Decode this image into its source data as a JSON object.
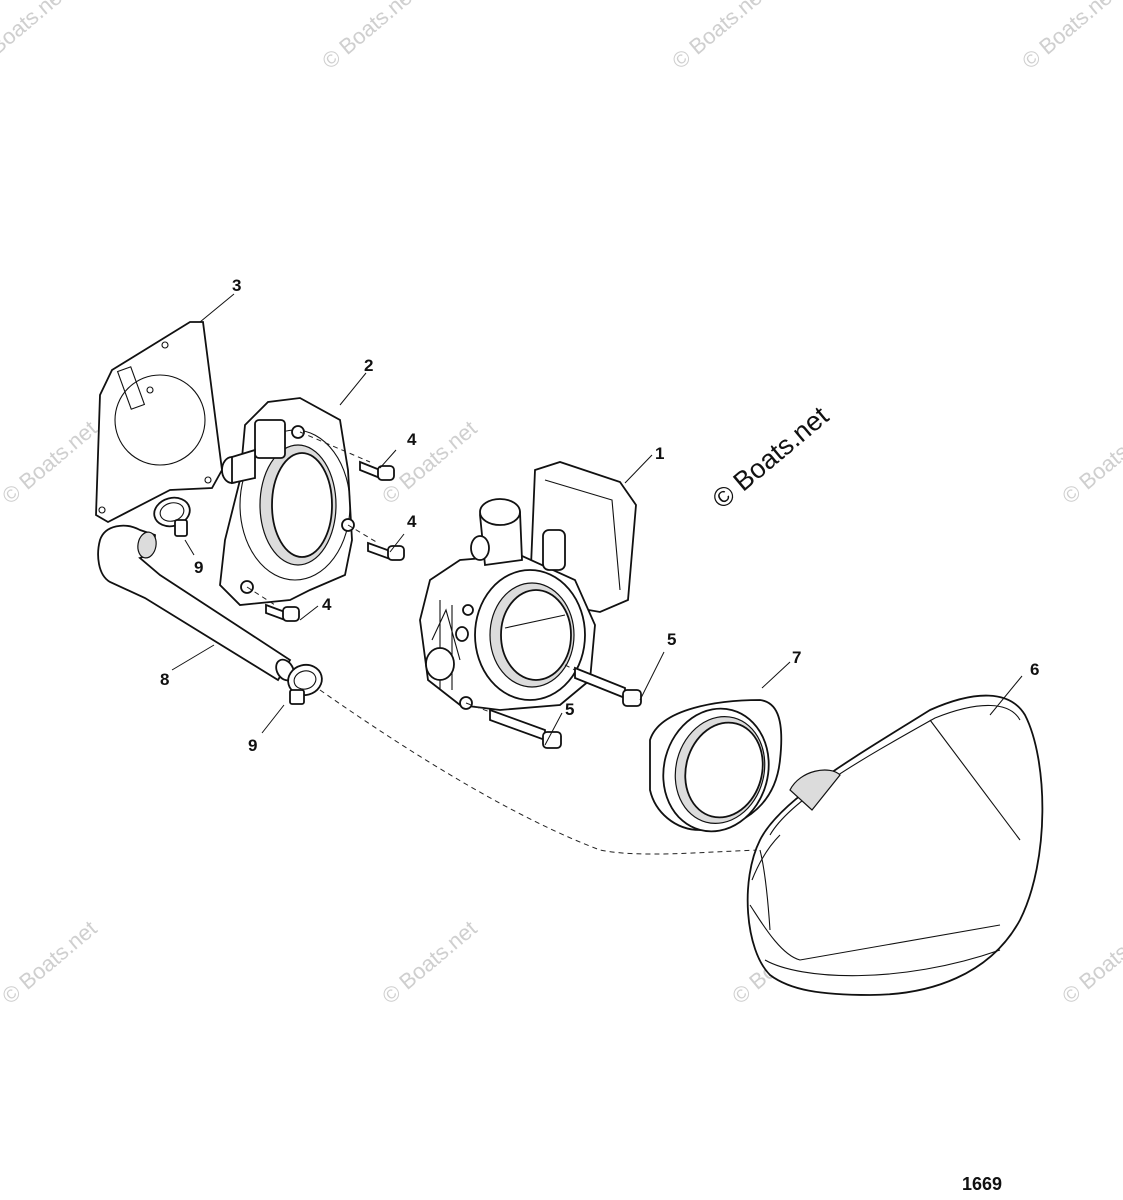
{
  "watermark": {
    "text": "© Boats.net"
  },
  "callouts": [
    {
      "id": "callout-1",
      "label": "1"
    },
    {
      "id": "callout-2",
      "label": "2"
    },
    {
      "id": "callout-3",
      "label": "3"
    },
    {
      "id": "callout-4a",
      "label": "4"
    },
    {
      "id": "callout-4b",
      "label": "4"
    },
    {
      "id": "callout-4c",
      "label": "4"
    },
    {
      "id": "callout-5a",
      "label": "5"
    },
    {
      "id": "callout-5b",
      "label": "5"
    },
    {
      "id": "callout-6",
      "label": "6"
    },
    {
      "id": "callout-7",
      "label": "7"
    },
    {
      "id": "callout-8",
      "label": "8"
    },
    {
      "id": "callout-9a",
      "label": "9"
    },
    {
      "id": "callout-9b",
      "label": "9"
    }
  ],
  "figure_number": "1669"
}
